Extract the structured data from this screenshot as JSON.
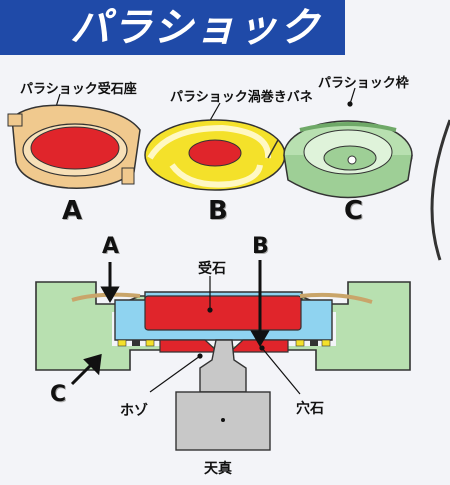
{
  "header": {
    "title": "パラショック"
  },
  "parts": [
    {
      "name": "パラショック受石座",
      "letter": "A"
    },
    {
      "name": "パラショック渦巻きバネ",
      "letter": "B"
    },
    {
      "name": "パラショック枠",
      "letter": "C"
    }
  ],
  "cross_section": {
    "pointer_A": "A",
    "pointer_B": "B",
    "pointer_C": "C",
    "jewel_label": "受石",
    "tenon_label": "ホゾ",
    "hole_jewel_label": "穴石",
    "arbor_label": "天真"
  },
  "colors": {
    "banner": "#1f4aa8",
    "jewel_red": "#e0252b",
    "seat_tan": "#f0c98e",
    "spring_yellow": "#f4e12a",
    "frame_green": "#b8e0b0",
    "setting_blue": "#8fd3f0",
    "arbor_gray": "#c8c8c8"
  }
}
